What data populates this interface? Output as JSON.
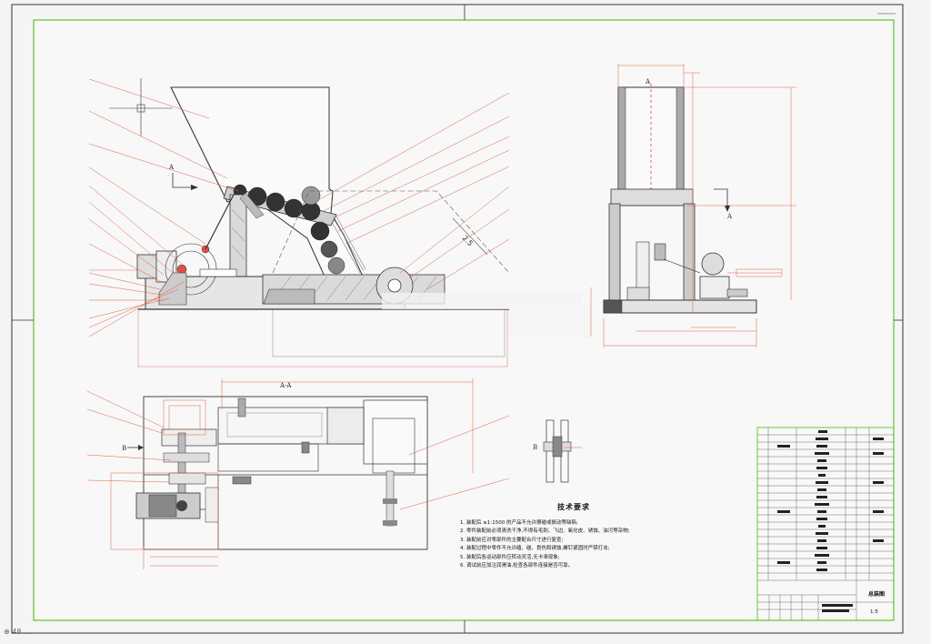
{
  "drawing": {
    "section_label": "A-A",
    "view_marker": "A",
    "slope_label": "2.5",
    "view_b_label": "B"
  },
  "notes": {
    "title": "技术要求",
    "lines": [
      "1. 装配后 ≥1:1500 的产品不允许擦碰或振动等缺陷;",
      "2. 零件装配前必须清洗干净,不得有毛刺、飞边、氧化皮、锈蚀、油污等杂物;",
      "3. 装配前应对零部件的主要配合尺寸进行复查;",
      "4. 装配过程中零件不允许磕、碰、划伤和锈蚀,螺钉紧固时严禁打击;",
      "5. 装配后各运动部件应转动灵活,无卡滞现象;",
      "6. 调试前应加注润滑油,检查各部件连接是否可靠。"
    ]
  },
  "title_block": {
    "drawing_name": "总装图",
    "scale": "1:5"
  },
  "status": {
    "text": "⊕ 48 ..."
  },
  "colors": {
    "border": "#2e2e2e",
    "frame": "#66cc33",
    "leader": "#e06040",
    "part": "#333333"
  }
}
